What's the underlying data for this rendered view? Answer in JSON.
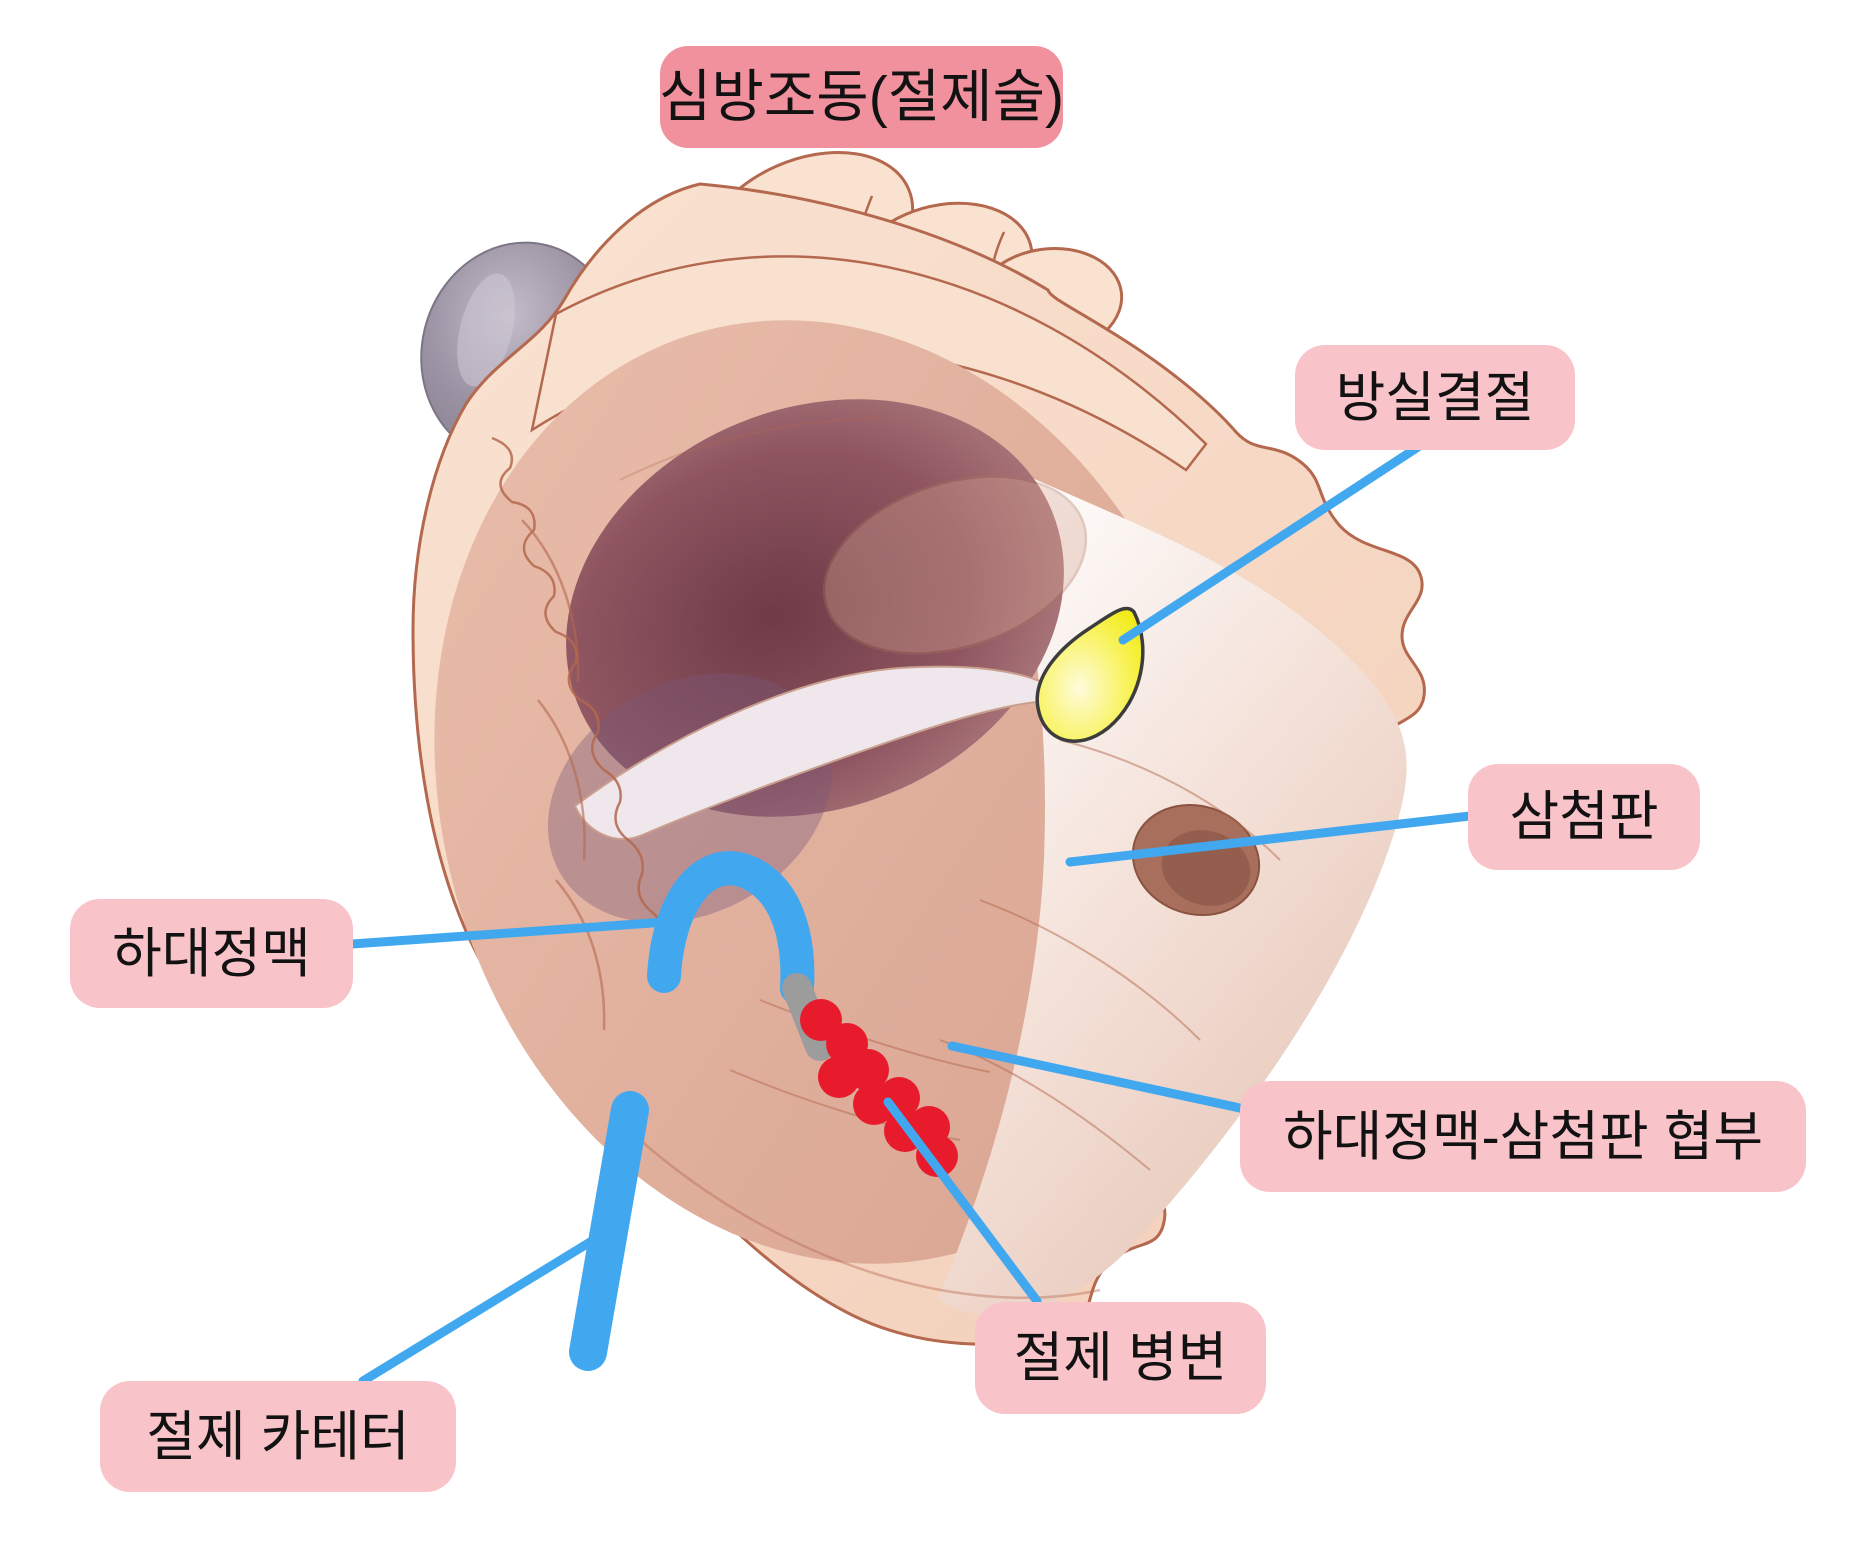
{
  "title": "심방조동(절제술)",
  "labels": {
    "av_node": "방실결절",
    "tricuspid_valve": "삼첨판",
    "ivc": "하대정맥",
    "isthmus": "하대정맥-삼첨판 협부",
    "ablation_lesion": "절제 병변",
    "ablation_catheter": "절제 카테터"
  },
  "colors": {
    "title_box_bg": "#f2919e",
    "label_box_bg": "#f9c3ca",
    "label_text": "#121212",
    "leader_line_blue": "#41a8f0",
    "catheter_blue": "#41a8f0",
    "catheter_tip_gray": "#9c9c9c",
    "ablation_lesion_red": "#e81b2d",
    "av_node_yellow": "#f4ef1e",
    "heart_wall_peach": "#f7dcca",
    "heart_outline_brown": "#b4684e"
  }
}
